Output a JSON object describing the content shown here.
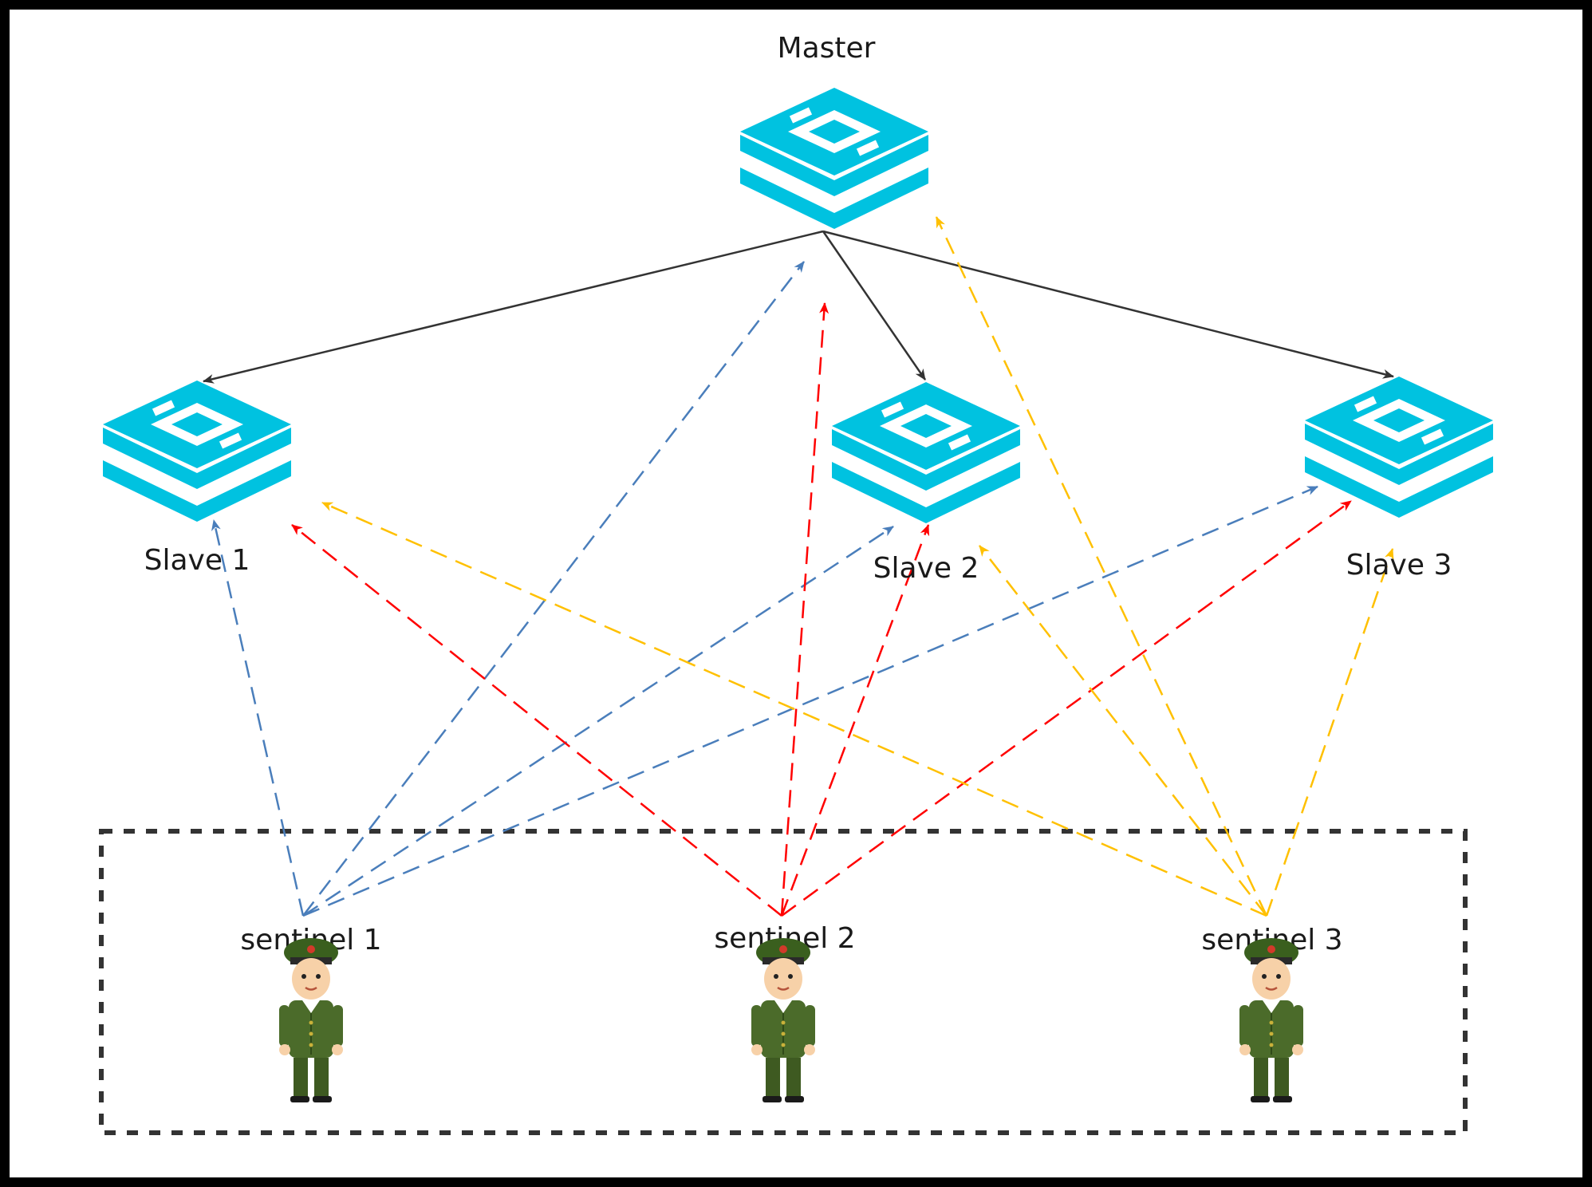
{
  "nodes": {
    "master": {
      "label": "Master",
      "icon": "redis-icon"
    },
    "slaves": [
      {
        "label": "Slave 1",
        "icon": "redis-icon"
      },
      {
        "label": "Slave 2",
        "icon": "redis-icon"
      },
      {
        "label": "Slave 3",
        "icon": "redis-icon"
      }
    ],
    "sentinels": [
      {
        "label": "sentinel 1",
        "icon": "soldier-icon",
        "color": "#4a7ebb"
      },
      {
        "label": "sentinel 2",
        "icon": "soldier-icon",
        "color": "#ff0000"
      },
      {
        "label": "sentinel 3",
        "icon": "soldier-icon",
        "color": "#ffc000"
      }
    ]
  },
  "colors": {
    "redis": "#00c2e0",
    "replication": "#333333",
    "sentinel_group_border": "#333333",
    "background": "#ffffff",
    "frame": "#000000"
  }
}
